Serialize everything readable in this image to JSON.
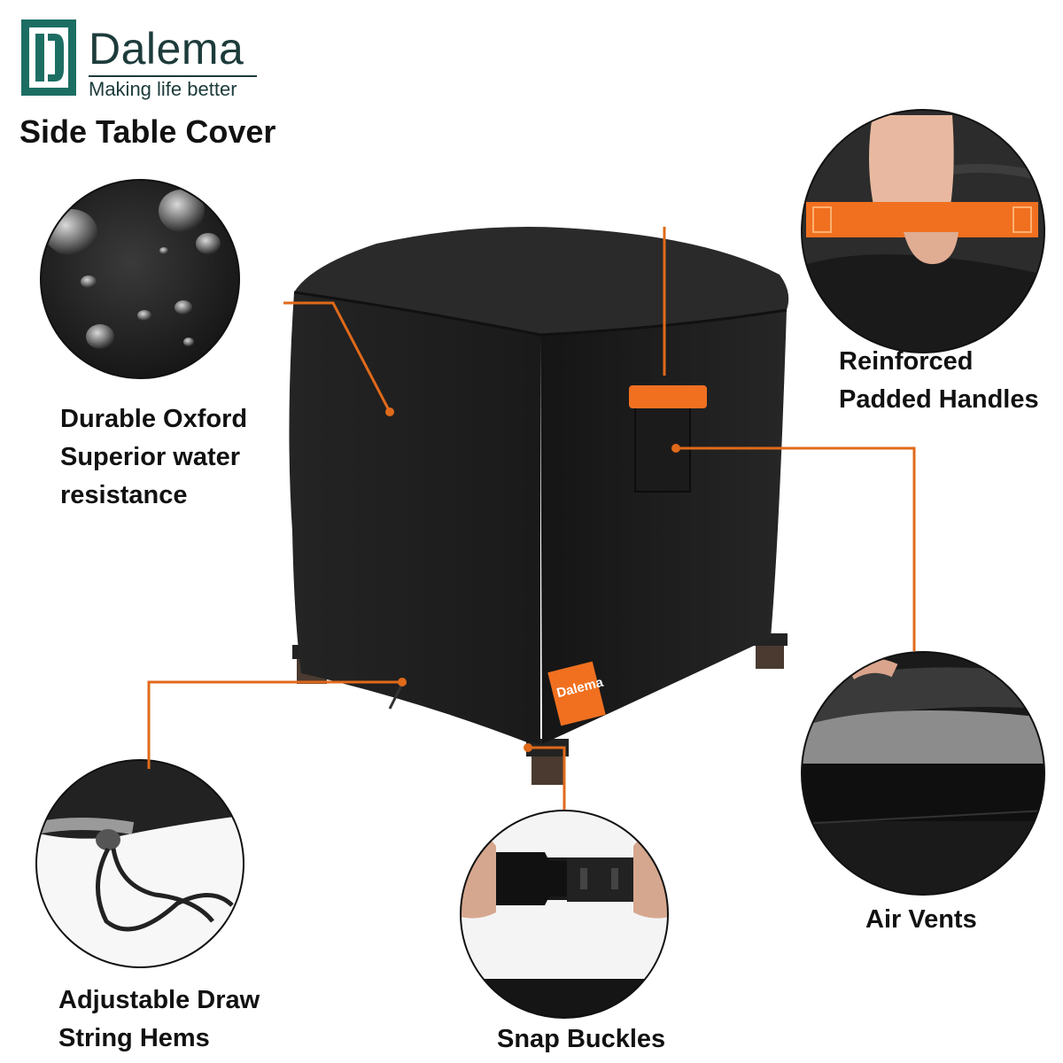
{
  "brand": {
    "name": "Dalema",
    "tagline": "Making life better",
    "logo_icon": "dalema-logo-icon",
    "colors": {
      "brand_teal": "#1c6e63",
      "accent_orange": "#f07020",
      "cover_black": "#1e1e1e"
    }
  },
  "title": "Side Table Cover",
  "product_tag": "Dalema",
  "features": {
    "durable": {
      "line1": "Durable Oxford",
      "line2": "Superior water",
      "line3": "resistance"
    },
    "handles": {
      "line1": "Reinforced",
      "line2": "Padded Handles"
    },
    "vents": {
      "line1": "Air Vents"
    },
    "drawstring": {
      "line1": "Adjustable Draw",
      "line2": "String Hems"
    },
    "buckles": {
      "line1": "Snap Buckles"
    }
  }
}
